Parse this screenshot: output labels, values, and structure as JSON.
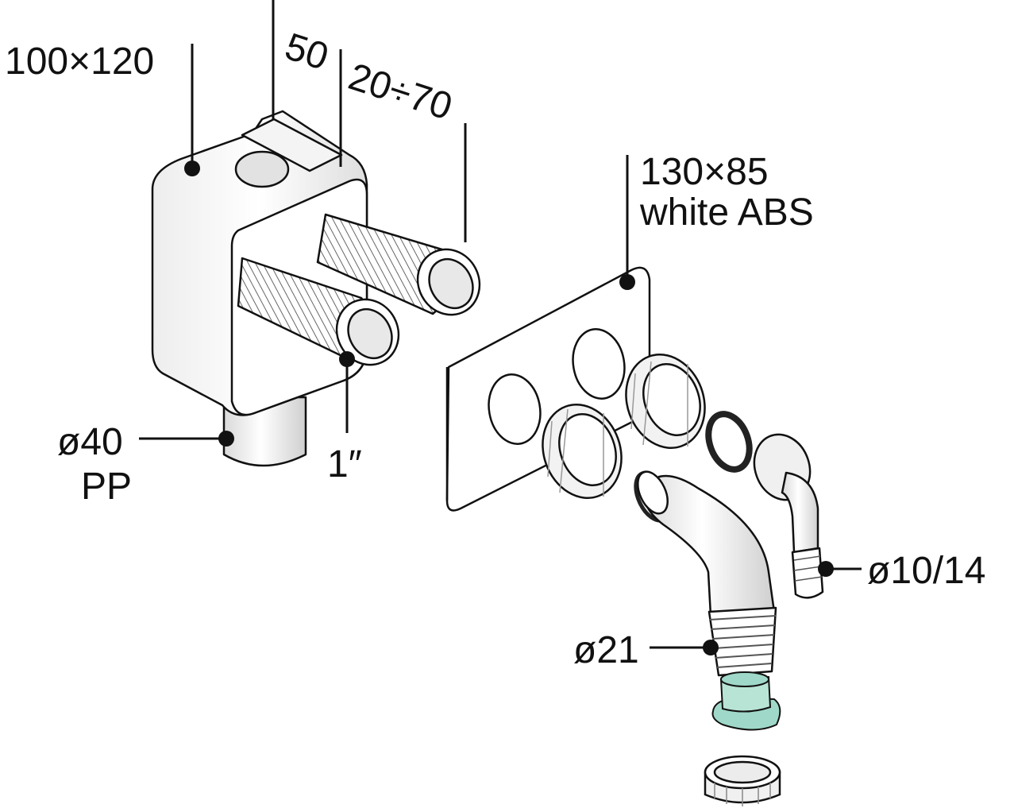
{
  "labels": {
    "box_size": "100×120",
    "depth": "50",
    "range": "20÷70",
    "plate_size": "130×85",
    "plate_material": "white ABS",
    "drain_diameter": "ø40",
    "drain_material": "PP",
    "thread": "1″",
    "hose_diameter": "ø10/14",
    "elbow_diameter": "ø21"
  },
  "colors": {
    "line": "#111111",
    "part_fill": "#ffffff",
    "shade": "#e4e4e4",
    "dark_shade": "#c9c9c9",
    "filter_green": "#9fd8c8",
    "gasket": "#222222"
  }
}
